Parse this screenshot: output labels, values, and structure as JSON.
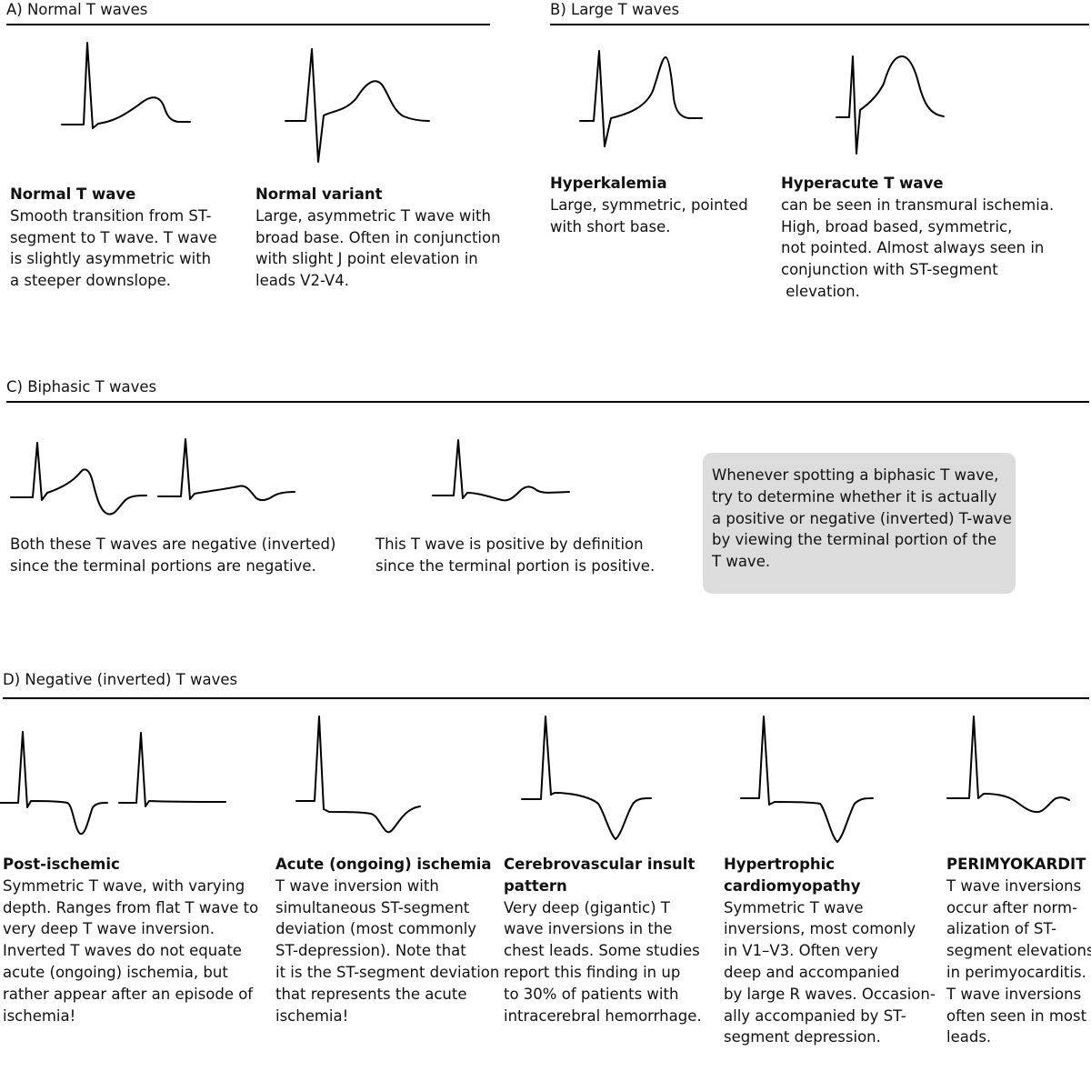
{
  "sections": {
    "a": "A) Normal T waves",
    "b": "B) Large T waves",
    "c": "C) Biphasic T waves",
    "d": "D) Negative (inverted) T waves"
  },
  "a1": {
    "title": "Normal T wave",
    "lines": [
      "Smooth transition from ST-",
      "segment to T wave. T wave",
      "is slightly asymmetric with",
      "a steeper downslope."
    ]
  },
  "a2": {
    "title": "Normal variant",
    "lines": [
      "Large, asymmetric T wave with",
      "broad base. Often in conjunction",
      "with slight J point elevation in",
      "leads V2-V4."
    ]
  },
  "b1": {
    "title": "Hyperkalemia",
    "lines": [
      "Large, symmetric, pointed",
      "with short base."
    ]
  },
  "b2": {
    "title": "Hyperacute T wave",
    "lines": [
      "can be seen in transmural ischemia.",
      "High, broad based, symmetric,",
      "not pointed. Almost always seen in",
      "conjunction with ST-segment",
      " elevation."
    ]
  },
  "c1": {
    "lines": [
      "Both these T waves are negative (inverted)",
      "since the terminal portions are negative."
    ]
  },
  "c2": {
    "lines": [
      "This T wave is positive by definition",
      "since the terminal portion is positive."
    ]
  },
  "c_note": {
    "lines": [
      "Whenever spotting a biphasic T wave,",
      "try to determine whether it is actually",
      "a positive or negative (inverted) T-wave",
      "by viewing the terminal portion of the",
      "T wave."
    ]
  },
  "d1": {
    "title_lines": [
      "Post-ischemic"
    ],
    "lines": [
      "Symmetric T wave, with varying",
      "depth. Ranges from flat T wave to",
      "very deep T wave inversion.",
      "Inverted T waves do not equate",
      "acute (ongoing) ischemia, but",
      "rather appear after an episode of",
      "ischemia!"
    ]
  },
  "d2": {
    "title_lines": [
      "Acute (ongoing) ischemia"
    ],
    "lines": [
      "T wave inversion with",
      "simultaneous ST-segment",
      "deviation (most commonly",
      "ST-depression). Note that",
      "it is the ST-segment deviation",
      "that represents the acute",
      "ischemia!"
    ]
  },
  "d3": {
    "title_lines": [
      "Cerebrovascular insult",
      "pattern"
    ],
    "lines": [
      "Very deep (gigantic) T",
      "wave inversions in the",
      "chest leads. Some studies",
      "report this finding in up",
      "to 30% of patients with",
      "intracerebral hemorrhage."
    ]
  },
  "d4": {
    "title_lines": [
      "Hypertrophic",
      "cardiomyopathy"
    ],
    "lines": [
      "Symmetric T wave",
      "inversions, most comonly",
      "in V1–V3. Often very",
      "deep and accompanied",
      "by large R waves. Occasion-",
      "ally accompanied by ST-",
      "segment depression."
    ]
  },
  "d5": {
    "title_lines": [
      "PERIMYOKARDIT"
    ],
    "lines": [
      "T wave inversions",
      "occur after norm-",
      "alization of ST-",
      "segment elevations",
      "in perimyocarditis.",
      "T wave inversions",
      "often seen in most",
      "leads."
    ]
  }
}
